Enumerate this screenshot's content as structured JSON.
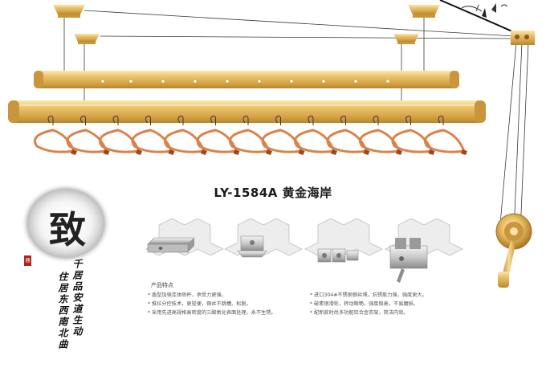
{
  "product": {
    "model_title": "LY-1584A 黄金海岸"
  },
  "features": {
    "heading": "产品特点",
    "left": [
      "* 盾型加强连体晾杆，承受力更强。",
      "* 推拉分控技术，更轻便，钢丝不跳槽、松脱。",
      "* 采用先进高规格高密度的三酸氧化表面处理，永不生锈。"
    ],
    "right": [
      "* 进口304#不锈钢钢丝绳，抗锈能力强，强度更大。",
      "* 破素钢滑轮，转动顺畅，强度极高，不易磨损。",
      "* 配新款时尚多功能铝合金衣架，简洁内敛。"
    ]
  },
  "calligraphy": {
    "brand_char": "致",
    "seal": "器",
    "line_1": "千居品安道生动",
    "line_2": "住居东西南北曲"
  },
  "colors": {
    "gold": "#e2b75c",
    "gold_light": "#f5dd9a",
    "gold_dark": "#b8862e",
    "hanger": "#d9834a",
    "hanger_dark": "#9a4a1e",
    "wire": "#3a3a3a"
  },
  "icons": [
    "rail-profile-icon",
    "bracket-top-icon",
    "pulley-block-icon",
    "control-box-icon"
  ]
}
